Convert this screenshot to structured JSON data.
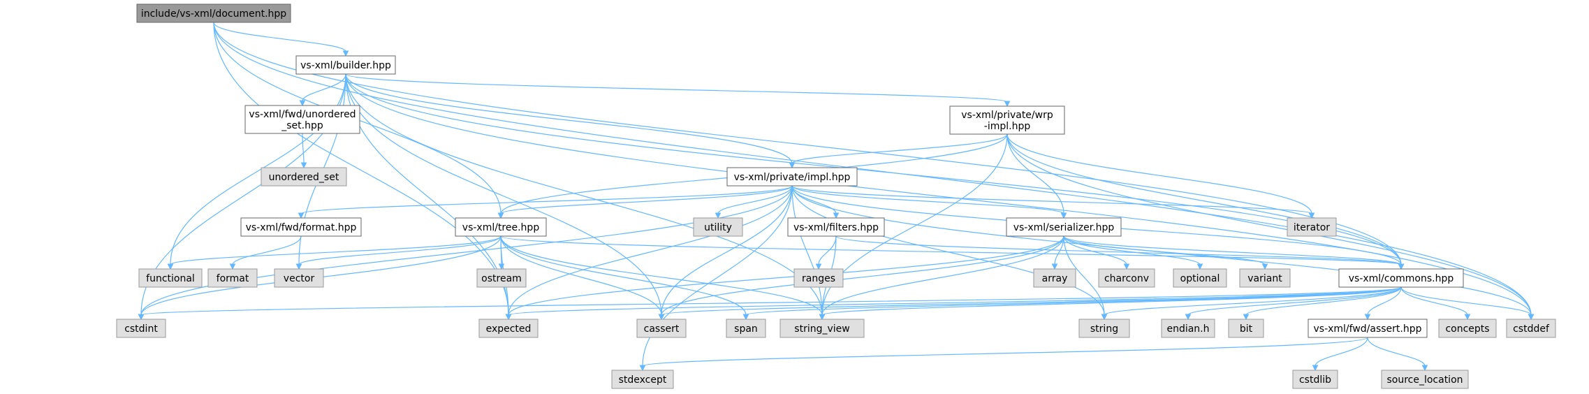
{
  "graph": {
    "nodes": [
      {
        "id": "root",
        "lines": [
          "include/vs-xml/document.hpp"
        ],
        "kind": "root"
      },
      {
        "id": "builder",
        "lines": [
          "vs-xml/builder.hpp"
        ],
        "kind": "header"
      },
      {
        "id": "fwd_unordered",
        "lines": [
          "vs-xml/fwd/unordered",
          "_set.hpp"
        ],
        "kind": "header"
      },
      {
        "id": "unordered_set",
        "lines": [
          "unordered_set"
        ],
        "kind": "std"
      },
      {
        "id": "wrp_impl",
        "lines": [
          "vs-xml/private/wrp",
          "-impl.hpp"
        ],
        "kind": "header"
      },
      {
        "id": "impl",
        "lines": [
          "vs-xml/private/impl.hpp"
        ],
        "kind": "header"
      },
      {
        "id": "fwd_format",
        "lines": [
          "vs-xml/fwd/format.hpp"
        ],
        "kind": "header"
      },
      {
        "id": "tree",
        "lines": [
          "vs-xml/tree.hpp"
        ],
        "kind": "header"
      },
      {
        "id": "utility",
        "lines": [
          "utility"
        ],
        "kind": "std"
      },
      {
        "id": "filters",
        "lines": [
          "vs-xml/filters.hpp"
        ],
        "kind": "header"
      },
      {
        "id": "serializer",
        "lines": [
          "vs-xml/serializer.hpp"
        ],
        "kind": "header"
      },
      {
        "id": "iterator",
        "lines": [
          "iterator"
        ],
        "kind": "std"
      },
      {
        "id": "functional",
        "lines": [
          "functional"
        ],
        "kind": "std"
      },
      {
        "id": "format",
        "lines": [
          "format"
        ],
        "kind": "std"
      },
      {
        "id": "vector",
        "lines": [
          "vector"
        ],
        "kind": "std"
      },
      {
        "id": "ostream",
        "lines": [
          "ostream"
        ],
        "kind": "std"
      },
      {
        "id": "ranges",
        "lines": [
          "ranges"
        ],
        "kind": "std"
      },
      {
        "id": "array",
        "lines": [
          "array"
        ],
        "kind": "std"
      },
      {
        "id": "charconv",
        "lines": [
          "charconv"
        ],
        "kind": "std"
      },
      {
        "id": "optional",
        "lines": [
          "optional"
        ],
        "kind": "std"
      },
      {
        "id": "variant",
        "lines": [
          "variant"
        ],
        "kind": "std"
      },
      {
        "id": "commons",
        "lines": [
          "vs-xml/commons.hpp"
        ],
        "kind": "header"
      },
      {
        "id": "cstdint",
        "lines": [
          "cstdint"
        ],
        "kind": "std"
      },
      {
        "id": "expected",
        "lines": [
          "expected"
        ],
        "kind": "std"
      },
      {
        "id": "cassert",
        "lines": [
          "cassert"
        ],
        "kind": "std"
      },
      {
        "id": "span",
        "lines": [
          "span"
        ],
        "kind": "std"
      },
      {
        "id": "string_view",
        "lines": [
          "string_view"
        ],
        "kind": "std"
      },
      {
        "id": "string",
        "lines": [
          "string"
        ],
        "kind": "std"
      },
      {
        "id": "endian",
        "lines": [
          "endian.h"
        ],
        "kind": "std"
      },
      {
        "id": "bit",
        "lines": [
          "bit"
        ],
        "kind": "std"
      },
      {
        "id": "assert",
        "lines": [
          "vs-xml/fwd/assert.hpp"
        ],
        "kind": "header"
      },
      {
        "id": "concepts",
        "lines": [
          "concepts"
        ],
        "kind": "std"
      },
      {
        "id": "cstddef",
        "lines": [
          "cstddef"
        ],
        "kind": "std"
      },
      {
        "id": "stdexcept",
        "lines": [
          "stdexcept"
        ],
        "kind": "std"
      },
      {
        "id": "cstdlib",
        "lines": [
          "cstdlib"
        ],
        "kind": "std"
      },
      {
        "id": "source_location",
        "lines": [
          "source_location"
        ],
        "kind": "std"
      }
    ],
    "edges": [
      [
        "root",
        "builder"
      ],
      [
        "root",
        "tree"
      ],
      [
        "root",
        "commons"
      ],
      [
        "root",
        "expected"
      ],
      [
        "root",
        "cstddef"
      ],
      [
        "builder",
        "fwd_unordered"
      ],
      [
        "builder",
        "wrp_impl"
      ],
      [
        "builder",
        "impl"
      ],
      [
        "builder",
        "commons"
      ],
      [
        "builder",
        "functional"
      ],
      [
        "builder",
        "vector"
      ],
      [
        "builder",
        "cstdint"
      ],
      [
        "builder",
        "expected"
      ],
      [
        "builder",
        "cassert"
      ],
      [
        "builder",
        "string_view"
      ],
      [
        "builder",
        "cstddef"
      ],
      [
        "fwd_unordered",
        "unordered_set"
      ],
      [
        "wrp_impl",
        "impl"
      ],
      [
        "wrp_impl",
        "serializer"
      ],
      [
        "wrp_impl",
        "tree"
      ],
      [
        "wrp_impl",
        "commons"
      ],
      [
        "wrp_impl",
        "iterator"
      ],
      [
        "wrp_impl",
        "string_view"
      ],
      [
        "wrp_impl",
        "cstddef"
      ],
      [
        "impl",
        "fwd_format"
      ],
      [
        "impl",
        "tree"
      ],
      [
        "impl",
        "utility"
      ],
      [
        "impl",
        "filters"
      ],
      [
        "impl",
        "serializer"
      ],
      [
        "impl",
        "iterator"
      ],
      [
        "impl",
        "commons"
      ],
      [
        "impl",
        "cstdint"
      ],
      [
        "impl",
        "expected"
      ],
      [
        "impl",
        "cassert"
      ],
      [
        "impl",
        "string_view"
      ],
      [
        "impl",
        "string"
      ],
      [
        "impl",
        "stdexcept"
      ],
      [
        "impl",
        "cstddef"
      ],
      [
        "fwd_format",
        "format"
      ],
      [
        "tree",
        "functional"
      ],
      [
        "tree",
        "vector"
      ],
      [
        "tree",
        "ostream"
      ],
      [
        "tree",
        "commons"
      ],
      [
        "tree",
        "cstdint"
      ],
      [
        "tree",
        "expected"
      ],
      [
        "tree",
        "cassert"
      ],
      [
        "tree",
        "span"
      ],
      [
        "tree",
        "string_view"
      ],
      [
        "filters",
        "ranges"
      ],
      [
        "filters",
        "string_view"
      ],
      [
        "filters",
        "commons"
      ],
      [
        "serializer",
        "array"
      ],
      [
        "serializer",
        "charconv"
      ],
      [
        "serializer",
        "optional"
      ],
      [
        "serializer",
        "variant"
      ],
      [
        "serializer",
        "commons"
      ],
      [
        "serializer",
        "expected"
      ],
      [
        "serializer",
        "cassert"
      ],
      [
        "serializer",
        "string_view"
      ],
      [
        "serializer",
        "string"
      ],
      [
        "commons",
        "cstdint"
      ],
      [
        "commons",
        "expected"
      ],
      [
        "commons",
        "cassert"
      ],
      [
        "commons",
        "span"
      ],
      [
        "commons",
        "string_view"
      ],
      [
        "commons",
        "string"
      ],
      [
        "commons",
        "endian"
      ],
      [
        "commons",
        "bit"
      ],
      [
        "commons",
        "assert"
      ],
      [
        "commons",
        "concepts"
      ],
      [
        "commons",
        "cstddef"
      ],
      [
        "assert",
        "stdexcept"
      ],
      [
        "assert",
        "cstdlib"
      ],
      [
        "assert",
        "source_location"
      ]
    ]
  }
}
